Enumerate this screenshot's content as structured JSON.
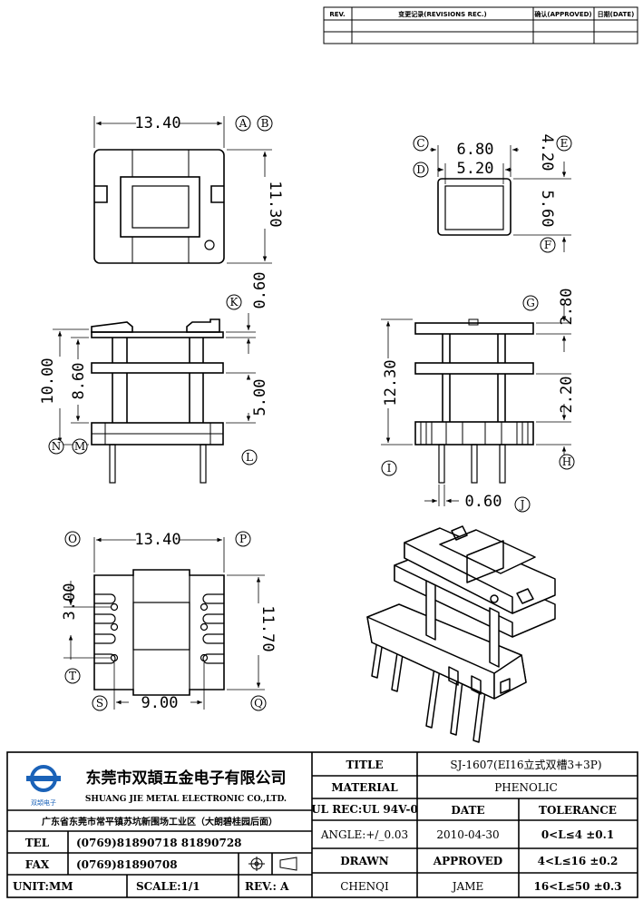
{
  "revision_table": {
    "rev": "REV.",
    "changes": "变更记录(REVISIONS REC.)",
    "approved": "确认(APPROVED)",
    "date": "日期(DATE)"
  },
  "dimensions": {
    "top_width": "13.40",
    "top_height": "11.30",
    "slot_outer": "6.80",
    "slot_inner": "5.20",
    "slot_height": "5.60",
    "slot_e": "4.20",
    "flange_k": "0.60",
    "side_total": "10.00",
    "side_inner": "8.60",
    "side_lower": "5.00",
    "front_total": "12.30",
    "front_g": "2.80",
    "front_h": "2.20",
    "pin_width": "0.60",
    "bottom_width": "13.40",
    "bottom_height": "11.70",
    "pin_pitch": "3.00",
    "pin_row": "9.00"
  },
  "callouts": {
    "a": "A",
    "b": "B",
    "c": "C",
    "d": "D",
    "e": "E",
    "f": "F",
    "g": "G",
    "h": "H",
    "i": "I",
    "j": "J",
    "k": "K",
    "l": "L",
    "m": "M",
    "n": "N",
    "o": "O",
    "p": "P",
    "q": "Q",
    "s": "S",
    "t": "T"
  },
  "title_block": {
    "company_cn": "东莞市双頡五金电子有限公司",
    "company_en": "SHUANG JIE METAL ELECTRONIC CO.,LTD.",
    "logo_text": "双頡电子",
    "address": "广东省东莞市常平镇苏坑新围场工业区（大朗碧桂园后面）",
    "tel_label": "TEL",
    "tel_value": "(0769)81890718  81890728",
    "fax_label": "FAX",
    "fax_value": "(0769)81890708",
    "unit": "UNIT:MM",
    "scale": "SCALE:1/1",
    "rev": "REV.: A",
    "title_label": "TITLE",
    "title_value": "SJ-1607(EI16立式双槽3+3P)",
    "material_label": "MATERIAL",
    "material_value": "PHENOLIC",
    "ul_rec": "UL REC:UL 94V-0",
    "date_label": "DATE",
    "tolerance_label": "TOLERANCE",
    "angle": "ANGLE:+/_0.03",
    "date_value": "2010-04-30",
    "tol1": "0<L≤4   ±0.1",
    "drawn_label": "DRAWN",
    "approved_label": "APPROVED",
    "tol2": "4<L≤16  ±0.2",
    "drawn_value": "CHENQI",
    "approved_value": "JAME",
    "tol3": "16<L≤50  ±0.3"
  }
}
